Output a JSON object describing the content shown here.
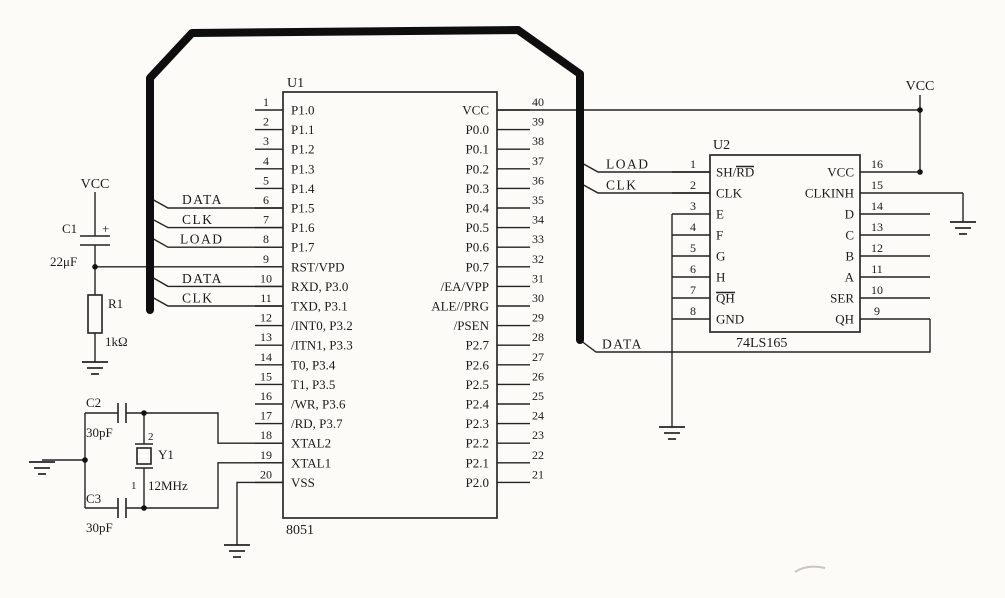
{
  "u1": {
    "designator": "U1",
    "part": "8051",
    "left_pins": [
      {
        "num": "1",
        "label": "P1.0"
      },
      {
        "num": "2",
        "label": "P1.1"
      },
      {
        "num": "3",
        "label": "P1.2"
      },
      {
        "num": "4",
        "label": "P1.3"
      },
      {
        "num": "5",
        "label": "P1.4"
      },
      {
        "num": "6",
        "label": "P1.5"
      },
      {
        "num": "7",
        "label": "P1.6"
      },
      {
        "num": "8",
        "label": "P1.7"
      },
      {
        "num": "9",
        "label": "RST/VPD"
      },
      {
        "num": "10",
        "label": "RXD, P3.0"
      },
      {
        "num": "11",
        "label": "TXD, P3.1"
      },
      {
        "num": "12",
        "label": "/INT0, P3.2"
      },
      {
        "num": "13",
        "label": "/ITN1, P3.3"
      },
      {
        "num": "14",
        "label": "T0, P3.4"
      },
      {
        "num": "15",
        "label": "T1, P3.5"
      },
      {
        "num": "16",
        "label": "/WR, P3.6"
      },
      {
        "num": "17",
        "label": "/RD, P3.7"
      },
      {
        "num": "18",
        "label": "XTAL2"
      },
      {
        "num": "19",
        "label": "XTAL1"
      },
      {
        "num": "20",
        "label": "VSS"
      }
    ],
    "right_pins": [
      {
        "num": "40",
        "label": "VCC"
      },
      {
        "num": "39",
        "label": "P0.0"
      },
      {
        "num": "38",
        "label": "P0.1"
      },
      {
        "num": "37",
        "label": "P0.2"
      },
      {
        "num": "36",
        "label": "P0.3"
      },
      {
        "num": "35",
        "label": "P0.4"
      },
      {
        "num": "34",
        "label": "P0.5"
      },
      {
        "num": "33",
        "label": "P0.6"
      },
      {
        "num": "32",
        "label": "P0.7"
      },
      {
        "num": "31",
        "label": "/EA/VPP"
      },
      {
        "num": "30",
        "label": "ALE//PRG"
      },
      {
        "num": "29",
        "label": "/PSEN"
      },
      {
        "num": "28",
        "label": "P2.7"
      },
      {
        "num": "27",
        "label": "P2.6"
      },
      {
        "num": "26",
        "label": "P2.5"
      },
      {
        "num": "25",
        "label": "P2.4"
      },
      {
        "num": "24",
        "label": "P2.3"
      },
      {
        "num": "23",
        "label": "P2.2"
      },
      {
        "num": "22",
        "label": "P2.1"
      },
      {
        "num": "21",
        "label": "P2.0"
      }
    ]
  },
  "u2": {
    "designator": "U2",
    "part": "74LS165",
    "left_pins": [
      {
        "num": "1",
        "label": "SH/RD"
      },
      {
        "num": "2",
        "label": "CLK"
      },
      {
        "num": "3",
        "label": "E"
      },
      {
        "num": "4",
        "label": "F"
      },
      {
        "num": "5",
        "label": "G"
      },
      {
        "num": "6",
        "label": "H"
      },
      {
        "num": "7",
        "label": "QH"
      },
      {
        "num": "8",
        "label": "GND"
      }
    ],
    "right_pins": [
      {
        "num": "16",
        "label": "VCC"
      },
      {
        "num": "15",
        "label": "CLKINH"
      },
      {
        "num": "14",
        "label": "D"
      },
      {
        "num": "13",
        "label": "C"
      },
      {
        "num": "12",
        "label": "B"
      },
      {
        "num": "11",
        "label": "A"
      },
      {
        "num": "10",
        "label": "SER"
      },
      {
        "num": "9",
        "label": "QH"
      }
    ]
  },
  "power": {
    "vcc_left": "VCC",
    "vcc_right": "VCC"
  },
  "components": {
    "c1": {
      "name": "C1",
      "polarity": "+",
      "value": "22μF"
    },
    "r1": {
      "name": "R1",
      "value": "1kΩ"
    },
    "c2": {
      "name": "C2",
      "value": "30pF"
    },
    "c3": {
      "name": "C3",
      "value": "30pF"
    },
    "y1": {
      "name": "Y1",
      "value": "12MHz",
      "pin_top": "2",
      "pin_bottom": "1"
    }
  },
  "nets": {
    "data_a": "DATA",
    "clk_a": "CLK",
    "load_a": "LOAD",
    "data_b": "DATA",
    "clk_b": "CLK",
    "load_u2": "LOAD",
    "clk_u2": "CLK",
    "data_u2": "DATA"
  }
}
